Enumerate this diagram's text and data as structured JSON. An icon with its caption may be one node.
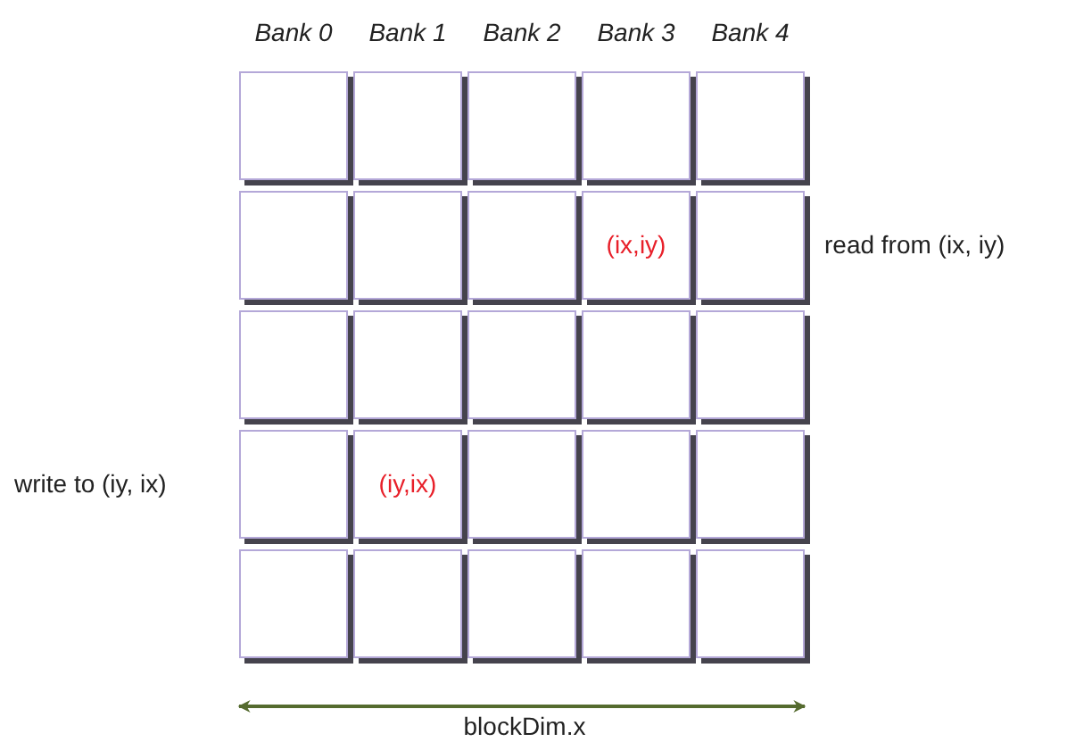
{
  "diagram": {
    "nodes": [
      {
        "text": [],
        "shape": "box"
      },
      {
        "text": [],
        "shape": "box"
      },
      {
        "text": [],
        "shape": "box"
      },
      {
        "text": [],
        "shape": "box"
      },
      {
        "text": [],
        "shape": "box"
      },
      {
        "text": [],
        "shape": "box"
      },
      {
        "text": [],
        "shape": "box"
      },
      {
        "text": [],
        "shape": "box"
      },
      {
        "text": [
          "(ix,iy)"
        ]
      },
      {
        "text": [],
        "shape": "box"
      },
      {
        "text": [],
        "shape": "box"
      },
      {
        "text": [],
        "shape": "box"
      },
      {
        "text": [],
        "shape": "box"
      },
      {
        "text": [],
        "shape": "box"
      },
      {
        "text": [],
        "shape": "box"
      },
      {
        "text": [],
        "shape": "box"
      },
      {
        "text": [
          "(iy,ix)"
        ]
      },
      {
        "text": [],
        "shape": "box"
      },
      {
        "text": [],
        "shape": "box"
      },
      {
        "text": [],
        "shape": "box"
      },
      {
        "text": [],
        "shape": "box"
      },
      {
        "text": [],
        "shape": "box"
      },
      {
        "text": [],
        "shape": "box"
      },
      {
        "text": [],
        "shape": "box"
      },
      {
        "text": [],
        "shape": "box"
      }
    ],
    "labels": [
      "Bank 0",
      "Bank 1",
      "Bank 2",
      "Bank 3",
      "Bank 4",
      "read from (ix, iy)",
      "write to (iy, ix)",
      "blockDim.x"
    ]
  }
}
